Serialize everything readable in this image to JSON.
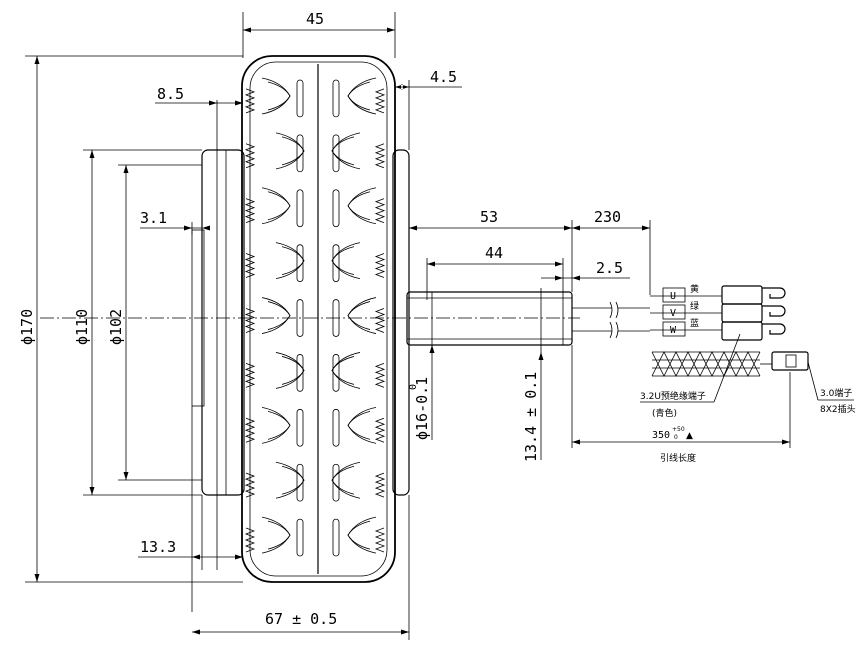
{
  "dimensions": {
    "width_45": "45",
    "width_8_5": "8.5",
    "width_4_5": "4.5",
    "dia_170": "ϕ170",
    "dia_110": "ϕ110",
    "dia_102": "ϕ102",
    "width_3_1": "3.1",
    "width_13_3": "13.3",
    "width_67": "67 ± 0.5",
    "shaft_53": "53",
    "shaft_44": "44",
    "shaft_2_5": "2.5",
    "cable_230": "230",
    "shaft_dia": "ϕ16-0.1",
    "shaft_dia_upper": "0",
    "flat_13_4": "13.4 ± 0.1"
  },
  "cable": {
    "phase_u": "U",
    "phase_v": "V",
    "phase_w": "W",
    "color_u": "黄",
    "color_v": "绿",
    "color_w": "蓝",
    "terminal_label": "3.2U预绝缘端子",
    "terminal_color": "(青色)",
    "lead_length": "350",
    "lead_tol": "+50",
    "lead_tol_lower": "0",
    "lead_length_label": "引线长度",
    "connector_label_1": "3.0端子",
    "connector_label_2": "8X2插头"
  }
}
